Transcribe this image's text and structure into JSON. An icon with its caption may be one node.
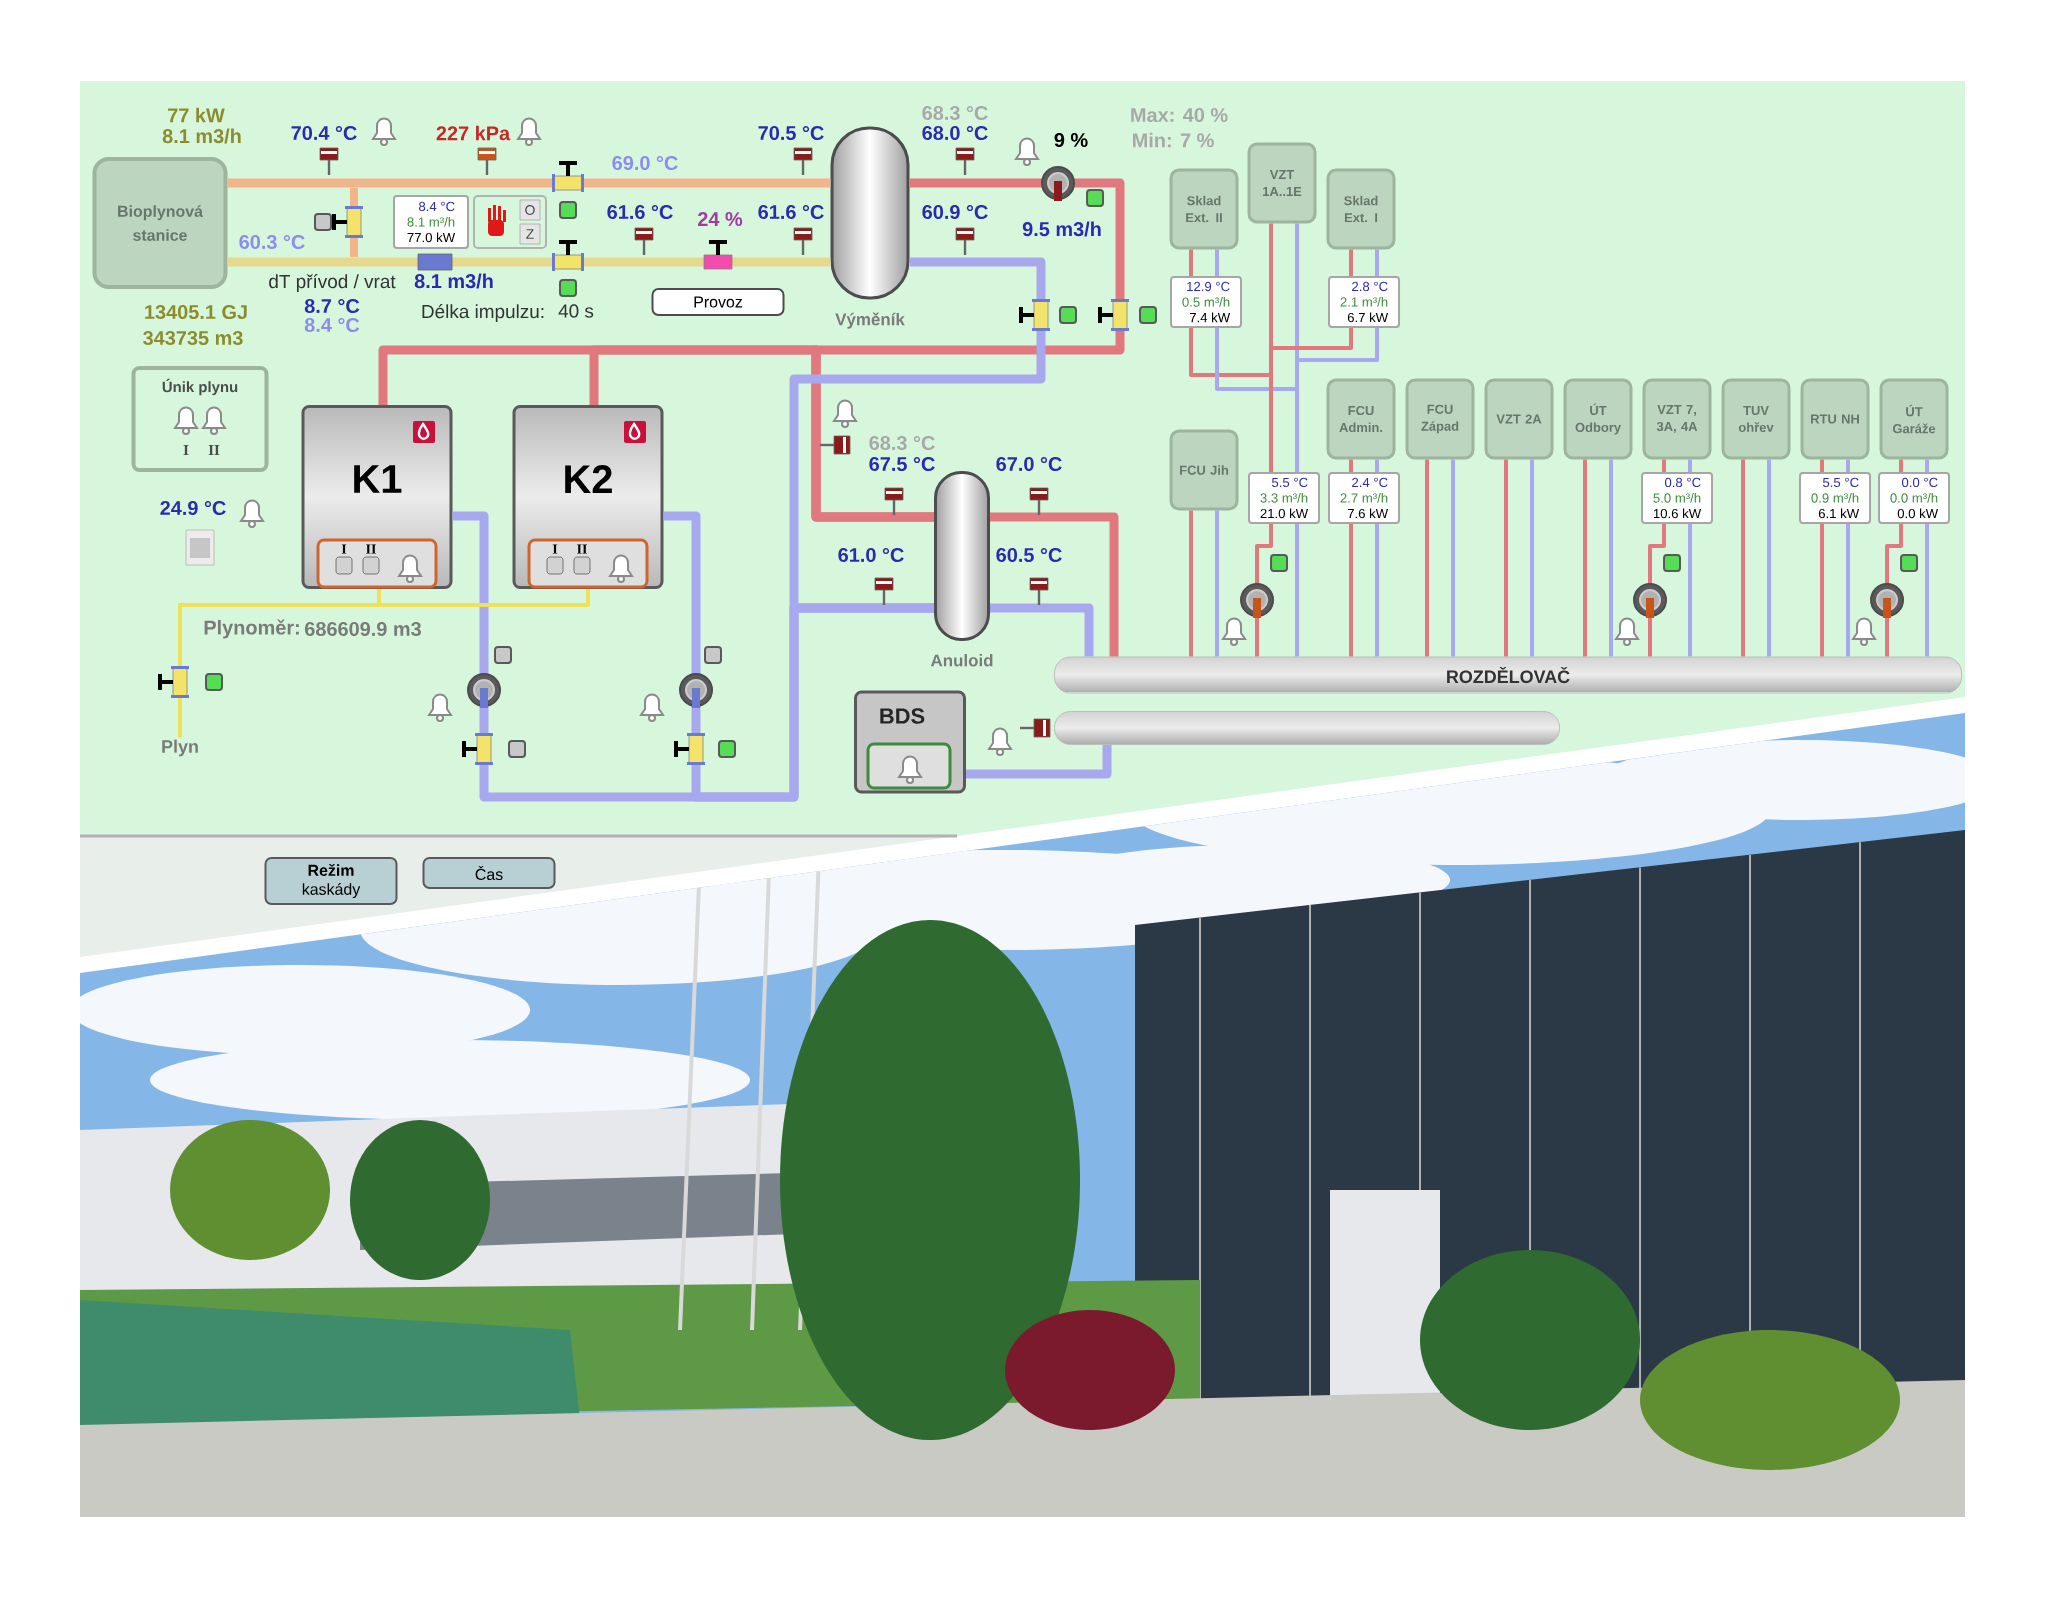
{
  "diagram": {
    "nodes": [
      {
        "text": [
          "Bioplynová stanice"
        ]
      },
      {
        "text": [
          "Výměník"
        ]
      },
      {
        "text": [
          "8.4 °C",
          "8.1 m³/h",
          "77.0 kW"
        ]
      },
      {
        "text": [
          "Provoz"
        ]
      },
      {
        "text": [
          "Únik plynu",
          "I",
          "II"
        ]
      },
      {
        "text": [
          "K1",
          "I",
          "II"
        ]
      },
      {
        "text": [
          "K2",
          "I",
          "II"
        ]
      },
      {
        "text": [
          "Anuloid"
        ]
      },
      {
        "text": [
          "BDS"
        ]
      },
      {
        "text": [
          "ROZDĚLOVAČ"
        ]
      },
      {
        "text": [],
        "shape": "bar"
      },
      {
        "text": [
          "Plyn"
        ]
      },
      {
        "text": [
          "Sklad Ext. II"
        ]
      },
      {
        "text": [
          "VZT 1A..1E"
        ]
      },
      {
        "text": [
          "Sklad Ext. I"
        ]
      },
      {
        "text": [
          "FCU Jih"
        ]
      },
      {
        "text": [
          "FCU Admin."
        ]
      },
      {
        "text": [
          "FCU Západ"
        ]
      },
      {
        "text": [
          "VZT 2A"
        ]
      },
      {
        "text": [
          "ÚT Odbory"
        ]
      },
      {
        "text": [
          "VZT 7, 3A, 4A"
        ]
      },
      {
        "text": [
          "TUV ohřev"
        ]
      },
      {
        "text": [
          "RTU NH"
        ]
      },
      {
        "text": [
          "ÚT Garáže"
        ]
      },
      {
        "text": [
          "12.9 °C",
          "0.5 m³/h",
          "7.4 kW"
        ]
      },
      {
        "text": [
          "2.8 °C",
          "2.1 m³/h",
          "6.7 kW"
        ]
      },
      {
        "text": [
          "5.5 °C",
          "3.3 m³/h",
          "21.0 kW"
        ]
      },
      {
        "text": [
          "2.4 °C",
          "2.7 m³/h",
          "7.6 kW"
        ]
      },
      {
        "text": [
          "0.8 °C",
          "5.0 m³/h",
          "10.6 kW"
        ]
      },
      {
        "text": [
          "5.5 °C",
          "0.9 m³/h",
          "6.1 kW"
        ]
      },
      {
        "text": [
          "0.0 °C",
          "0.0 m³/h",
          "0.0 kW"
        ]
      },
      {
        "text": [
          "**Režim** kaskády"
        ]
      },
      {
        "text": [
          "Čas"
        ]
      },
      {
        "text": [
          "O",
          "Z"
        ]
      }
    ],
    "edges": [
      {
        "from": 0,
        "to": 1,
        "arrow": "none",
        "style": "thick",
        "color": "#f2b48a"
      },
      {
        "from": 1,
        "to": 0,
        "arrow": "none",
        "style": "thick",
        "color": "#e6d98e"
      },
      {
        "from": 1,
        "to": 7,
        "arrow": "none",
        "style": "thick",
        "color": "#e0787e"
      },
      {
        "from": 5,
        "to": 7,
        "arrow": "none",
        "style": "thick",
        "color": "#e0787e"
      },
      {
        "from": 6,
        "to": 7,
        "arrow": "none",
        "style": "thick",
        "color": "#e0787e"
      },
      {
        "from": 7,
        "to": 9,
        "arrow": "none",
        "style": "thick",
        "color": "#e0787e"
      },
      {
        "from": 9,
        "to": 7,
        "arrow": "none",
        "style": "thick",
        "color": "#a8a8ee"
      },
      {
        "from": 7,
        "to": 5,
        "arrow": "none",
        "style": "thick",
        "color": "#a8a8ee"
      },
      {
        "from": 7,
        "to": 6,
        "arrow": "none",
        "style": "thick",
        "color": "#a8a8ee"
      },
      {
        "from": 1,
        "to": 7,
        "arrow": "none",
        "style": "thick",
        "color": "#a8a8ee"
      },
      {
        "from": 8,
        "to": 10,
        "arrow": "none",
        "style": "thick",
        "color": "#a8a8ee"
      },
      {
        "from": 11,
        "to": 5,
        "arrow": "none",
        "color": "#f0e05a"
      },
      {
        "from": 11,
        "to": 6,
        "arrow": "none",
        "color": "#f0e05a"
      },
      {
        "from": 12,
        "to": 24,
        "arrow": "none",
        "color": "#e0787e"
      },
      {
        "from": 12,
        "to": 24,
        "arrow": "none",
        "color": "#a8a8ee"
      },
      {
        "from": 13,
        "to": 26,
        "arrow": "none",
        "color": "#e0787e"
      },
      {
        "from": 13,
        "to": 26,
        "arrow": "none",
        "color": "#a8a8ee"
      },
      {
        "from": 14,
        "to": 25,
        "arrow": "none",
        "color": "#e0787e"
      },
      {
        "from": 14,
        "to": 25,
        "arrow": "none",
        "color": "#a8a8ee"
      },
      {
        "from": 24,
        "to": 26,
        "arrow": "none",
        "color": "#e0787e"
      },
      {
        "from": 24,
        "to": 26,
        "arrow": "none",
        "color": "#a8a8ee"
      },
      {
        "from": 25,
        "to": 26,
        "arrow": "none",
        "color": "#e0787e"
      },
      {
        "from": 25,
        "to": 26,
        "arrow": "none",
        "color": "#a8a8ee"
      },
      {
        "from": 26,
        "to": 9,
        "arrow": "none",
        "color": "#e0787e"
      },
      {
        "from": 26,
        "to": 9,
        "arrow": "none",
        "color": "#a8a8ee"
      },
      {
        "from": 15,
        "to": 9,
        "arrow": "none",
        "color": "#e0787e"
      },
      {
        "from": 15,
        "to": 9,
        "arrow": "none",
        "color": "#a8a8ee"
      },
      {
        "from": 16,
        "to": 27,
        "arrow": "none",
        "color": "#e0787e"
      },
      {
        "from": 16,
        "to": 27,
        "arrow": "none",
        "color": "#a8a8ee"
      },
      {
        "from": 27,
        "to": 9,
        "arrow": "none",
        "color": "#e0787e"
      },
      {
        "from": 27,
        "to": 9,
        "arrow": "none",
        "color": "#a8a8ee"
      },
      {
        "from": 17,
        "to": 9,
        "arrow": "none",
        "color": "#e0787e"
      },
      {
        "from": 17,
        "to": 9,
        "arrow": "none",
        "color": "#a8a8ee"
      },
      {
        "from": 18,
        "to": 9,
        "arrow": "none",
        "color": "#e0787e"
      },
      {
        "from": 18,
        "to": 9,
        "arrow": "none",
        "color": "#a8a8ee"
      },
      {
        "from": 19,
        "to": 9,
        "arrow": "none",
        "color": "#e0787e"
      },
      {
        "from": 19,
        "to": 9,
        "arrow": "none",
        "color": "#a8a8ee"
      },
      {
        "from": 20,
        "to": 28,
        "arrow": "none",
        "color": "#e0787e"
      },
      {
        "from": 20,
        "to": 28,
        "arrow": "none",
        "color": "#a8a8ee"
      },
      {
        "from": 28,
        "to": 9,
        "arrow": "none",
        "color": "#e0787e"
      },
      {
        "from": 28,
        "to": 9,
        "arrow": "none",
        "color": "#a8a8ee"
      },
      {
        "from": 21,
        "to": 9,
        "arrow": "none",
        "color": "#e0787e"
      },
      {
        "from": 21,
        "to": 9,
        "arrow": "none",
        "color": "#a8a8ee"
      },
      {
        "from": 22,
        "to": 29,
        "arrow": "none",
        "color": "#e0787e"
      },
      {
        "from": 22,
        "to": 29,
        "arrow": "none",
        "color": "#a8a8ee"
      },
      {
        "from": 29,
        "to": 9,
        "arrow": "none",
        "color": "#e0787e"
      },
      {
        "from": 29,
        "to": 9,
        "arrow": "none",
        "color": "#a8a8ee"
      },
      {
        "from": 23,
        "to": 30,
        "arrow": "none",
        "color": "#e0787e"
      },
      {
        "from": 23,
        "to": 30,
        "arrow": "none",
        "color": "#a8a8ee"
      },
      {
        "from": 30,
        "to": 9,
        "arrow": "none",
        "color": "#e0787e"
      },
      {
        "from": 30,
        "to": 9,
        "arrow": "none",
        "color": "#a8a8ee"
      }
    ],
    "labels": [
      "77 kW",
      "8.1 m3/h",
      "70.4 °C",
      "227 kPa",
      "70.5 °C",
      "68.3 °C",
      "68.0 °C",
      "Max: 40 %",
      "9 %",
      "Min: 7 %",
      "69.0 °C",
      "61.6 °C",
      "24 %",
      "61.6 °C",
      "60.9 °C",
      "9.5 m3/h",
      "60.3 °C",
      "dT přívod / vrat",
      "8.1 m3/h",
      "8.7 °C",
      "Délka impulzu:",
      "40 s",
      "8.4 °C",
      "13405.1 GJ",
      "343735 m3",
      "24.9 °C",
      "68.3 °C",
      "67.5 °C",
      "67.0 °C",
      "61.0 °C",
      "60.5 °C",
      "Plynoměr:",
      "686609.9 m3"
    ]
  }
}
